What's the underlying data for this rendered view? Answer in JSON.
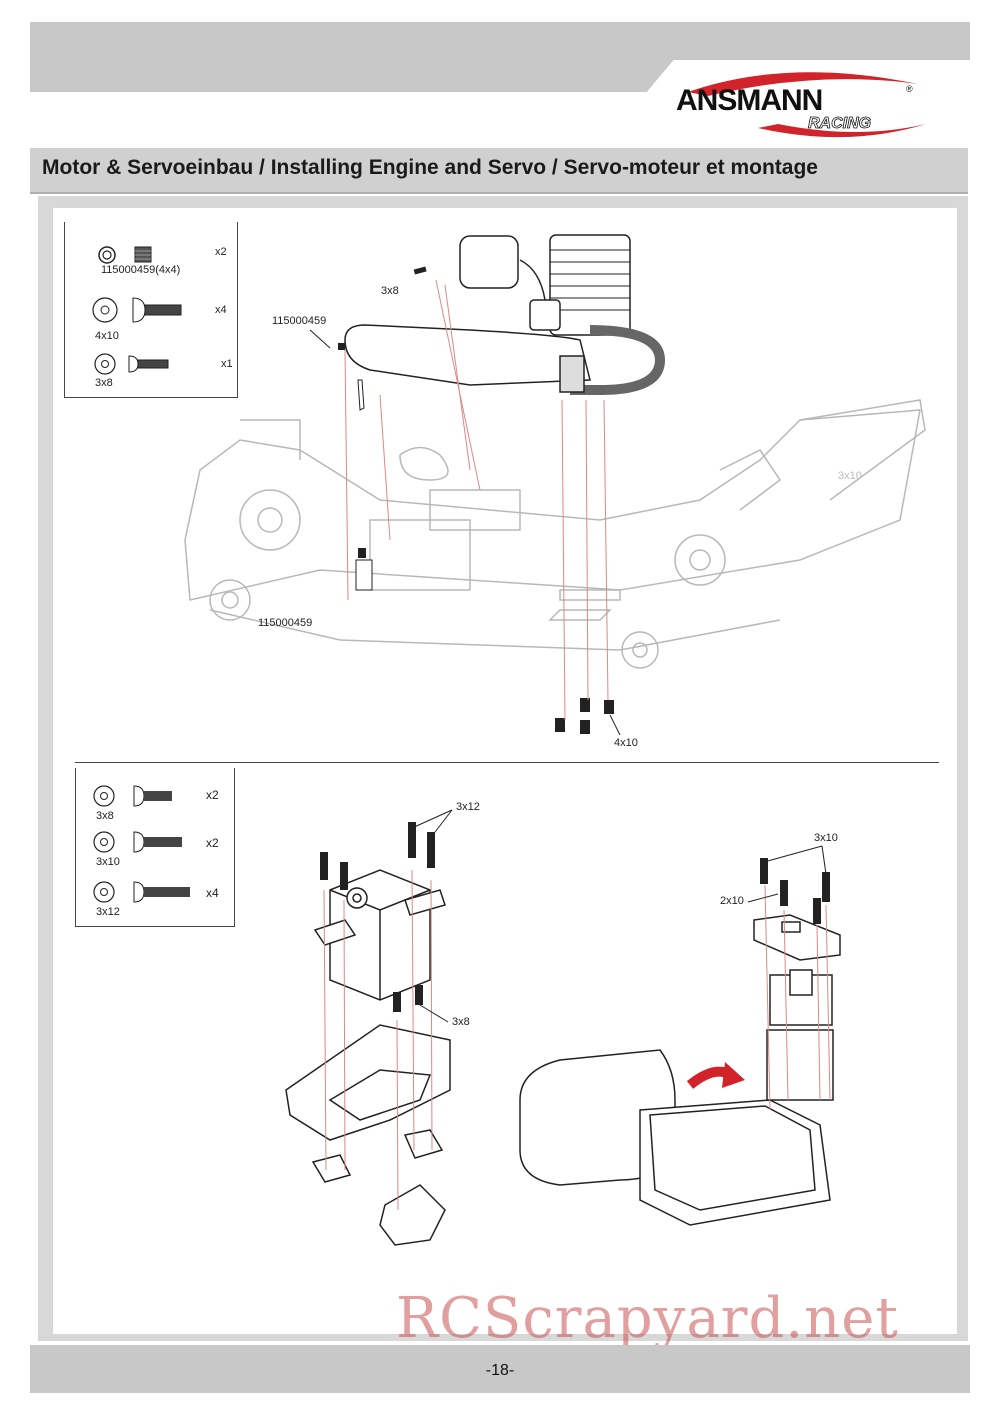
{
  "header": {
    "title": "Motor & Servoeinbau / Installing Engine and Servo / Servo-moteur et montage",
    "brand": "ANSMANN",
    "brand_sub": "RACING",
    "brand_mark": "®"
  },
  "section1": {
    "parts": [
      {
        "label": "115000459(4x4)",
        "qty": "x2"
      },
      {
        "label": "4x10",
        "qty": "x4"
      },
      {
        "label": "3x8",
        "qty": "x1"
      }
    ],
    "callouts": {
      "screw_top": "3x8",
      "part_top": "115000459",
      "part_bottom": "115000459",
      "screw_bottom": "4x10",
      "faded_right": "3x10"
    }
  },
  "section2": {
    "parts": [
      {
        "label": "3x8",
        "qty": "x2"
      },
      {
        "label": "3x10",
        "qty": "x2"
      },
      {
        "label": "3x12",
        "qty": "x4"
      }
    ],
    "callouts": {
      "servo_top": "3x12",
      "servo_mid": "3x8",
      "box_top": "3x10",
      "box_left": "2x10"
    }
  },
  "footer": {
    "page_number": "-18-"
  },
  "watermark": "RCScrapyard.net",
  "colors": {
    "band_gray": "#c8c8c8",
    "brand_red": "#d2232a",
    "watermark": "#c85050"
  }
}
